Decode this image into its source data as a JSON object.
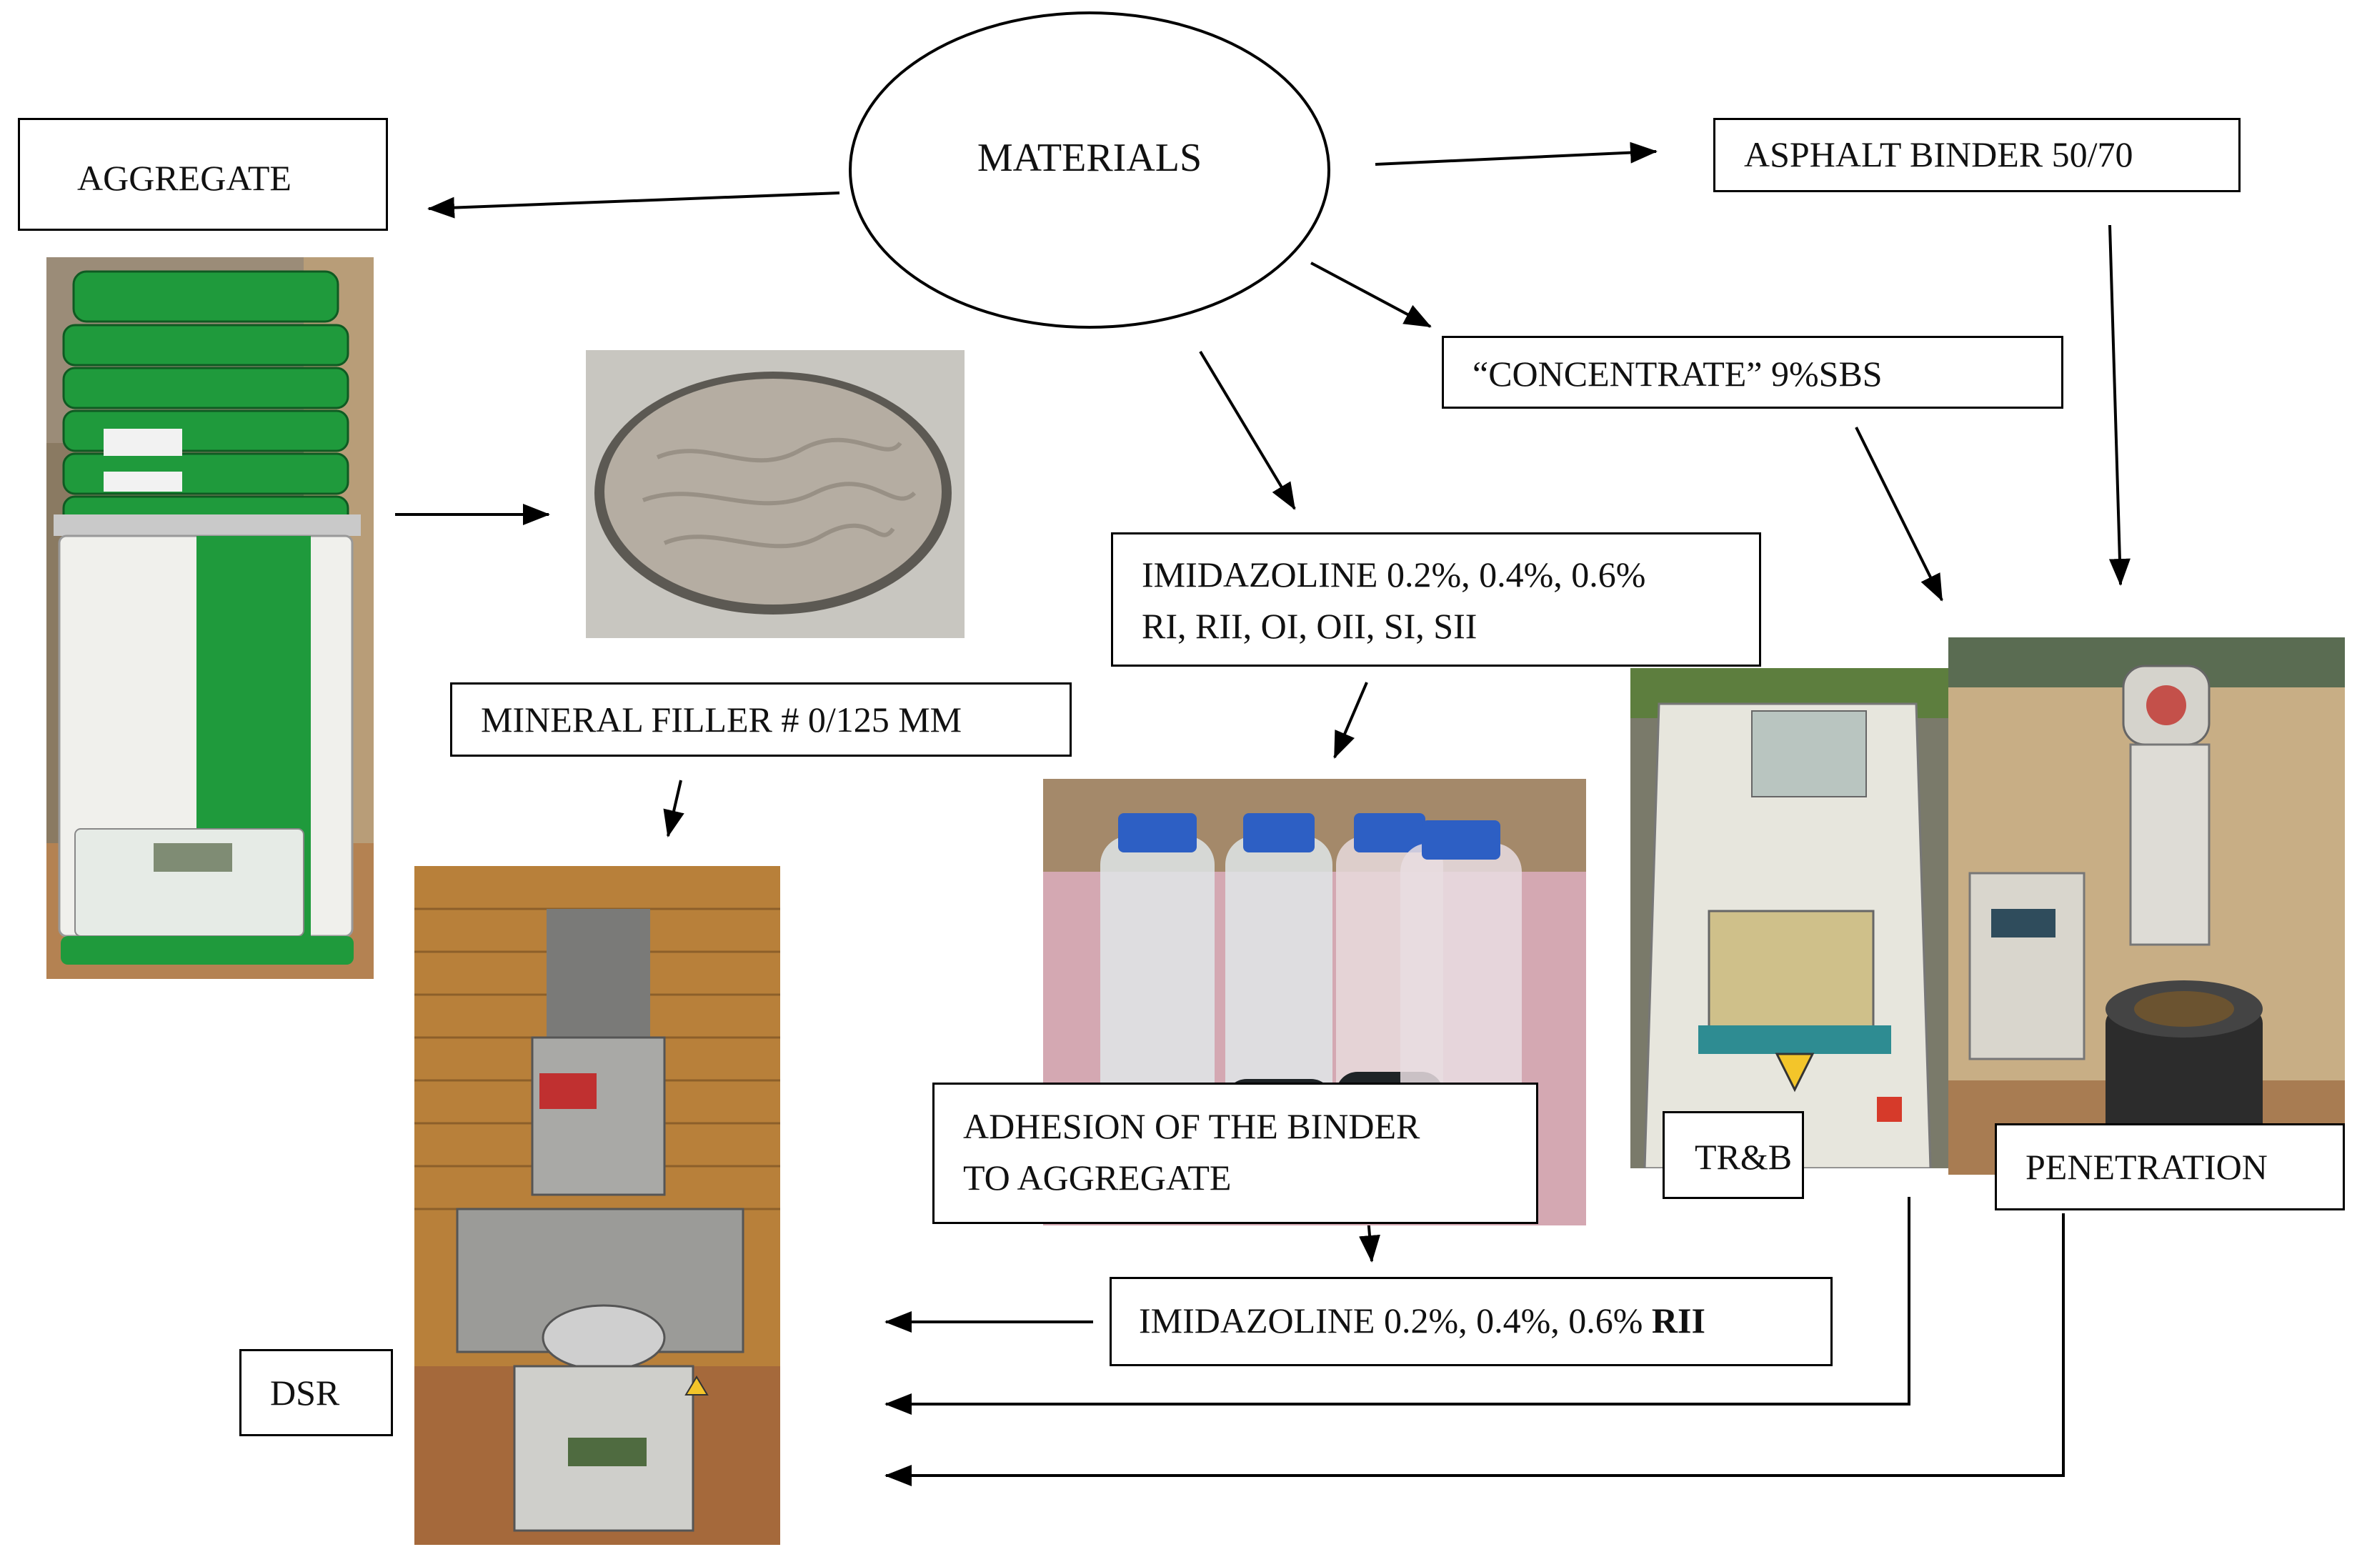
{
  "diagram": {
    "center_node": "MATERIALS",
    "nodes": {
      "aggregate": "AGGREGATE",
      "asphalt_binder": "ASPHALT BINDER 50/70",
      "concentrate": "“CONCENTRATE” 9%SBS",
      "imidazoline_line1": "IMIDAZOLINE 0.2%, 0.4%, 0.6%",
      "imidazoline_line2": "RI, RII, OI, OII, SI, SII",
      "mineral_filler": "MINERAL FILLER # 0/125 MM",
      "adhesion_line1": "ADHESION OF THE BINDER",
      "adhesion_line2": "TO AGGREGATE",
      "tr_b": "TR&B",
      "penetration": "PENETRATION",
      "imidazoline_rii_prefix": "IMIDAZOLINE 0.2%, 0.4%, 0.6% ",
      "imidazoline_rii_bold": "RII",
      "dsr": "DSR"
    },
    "photos": [
      {
        "subject": "sieve-shaker"
      },
      {
        "subject": "mineral-filler-tray"
      },
      {
        "subject": "binder-adhesion-bottles"
      },
      {
        "subject": "ring-and-ball-apparatus"
      },
      {
        "subject": "penetrometer"
      },
      {
        "subject": "dynamic-shear-rheometer"
      }
    ],
    "colors": {
      "line": "#000000",
      "sieve_green": "#1f9a3c",
      "brick": "#c9903f",
      "cap_blue": "#2d5fc4"
    }
  }
}
